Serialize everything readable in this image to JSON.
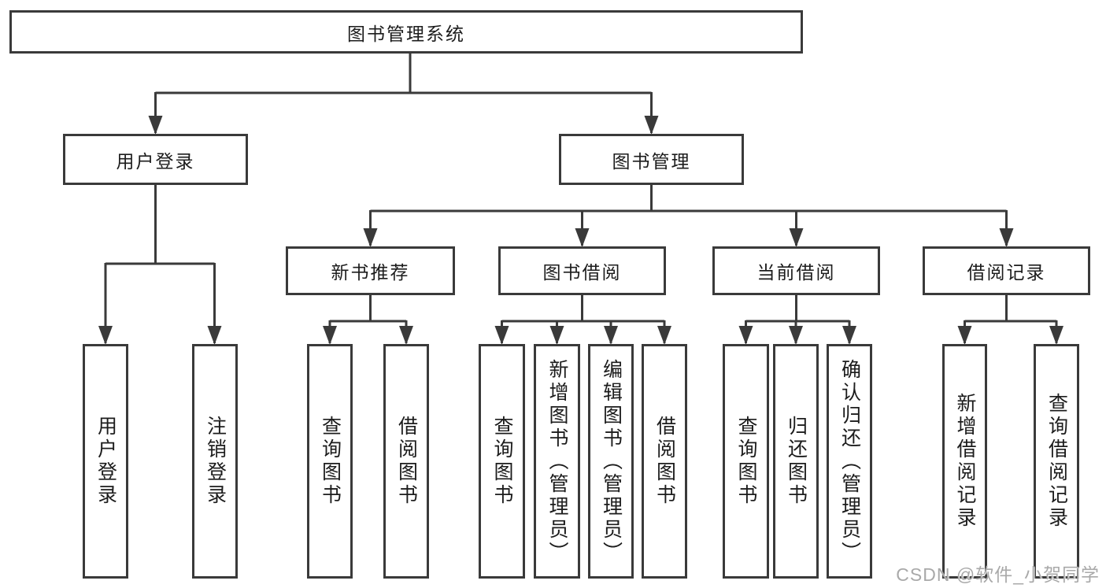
{
  "diagram": {
    "root": "图书管理系统",
    "branches": [
      {
        "label": "用户登录",
        "leaves": [
          "用户登录",
          "注销登录"
        ]
      },
      {
        "label": "图书管理",
        "groups": [
          {
            "label": "新书推荐",
            "leaves": [
              "查询图书",
              "借阅图书"
            ]
          },
          {
            "label": "图书借阅",
            "leaves": [
              "查询图书",
              "新增图书（管理员）",
              "编辑图书（管理员）",
              "借阅图书"
            ]
          },
          {
            "label": "当前借阅",
            "leaves": [
              "查询图书",
              "归还图书",
              "确认归还（管理员）"
            ]
          },
          {
            "label": "借阅记录",
            "leaves": [
              "新增借阅记录",
              "查询借阅记录"
            ]
          }
        ]
      }
    ]
  },
  "watermark": "CSDN @软件_小贺同学",
  "colors": {
    "line": "#3a3a3a",
    "text": "#1c1c1c",
    "box_background": "#ffffff",
    "watermark": "#a9a9a9",
    "background": "#ffffff"
  }
}
